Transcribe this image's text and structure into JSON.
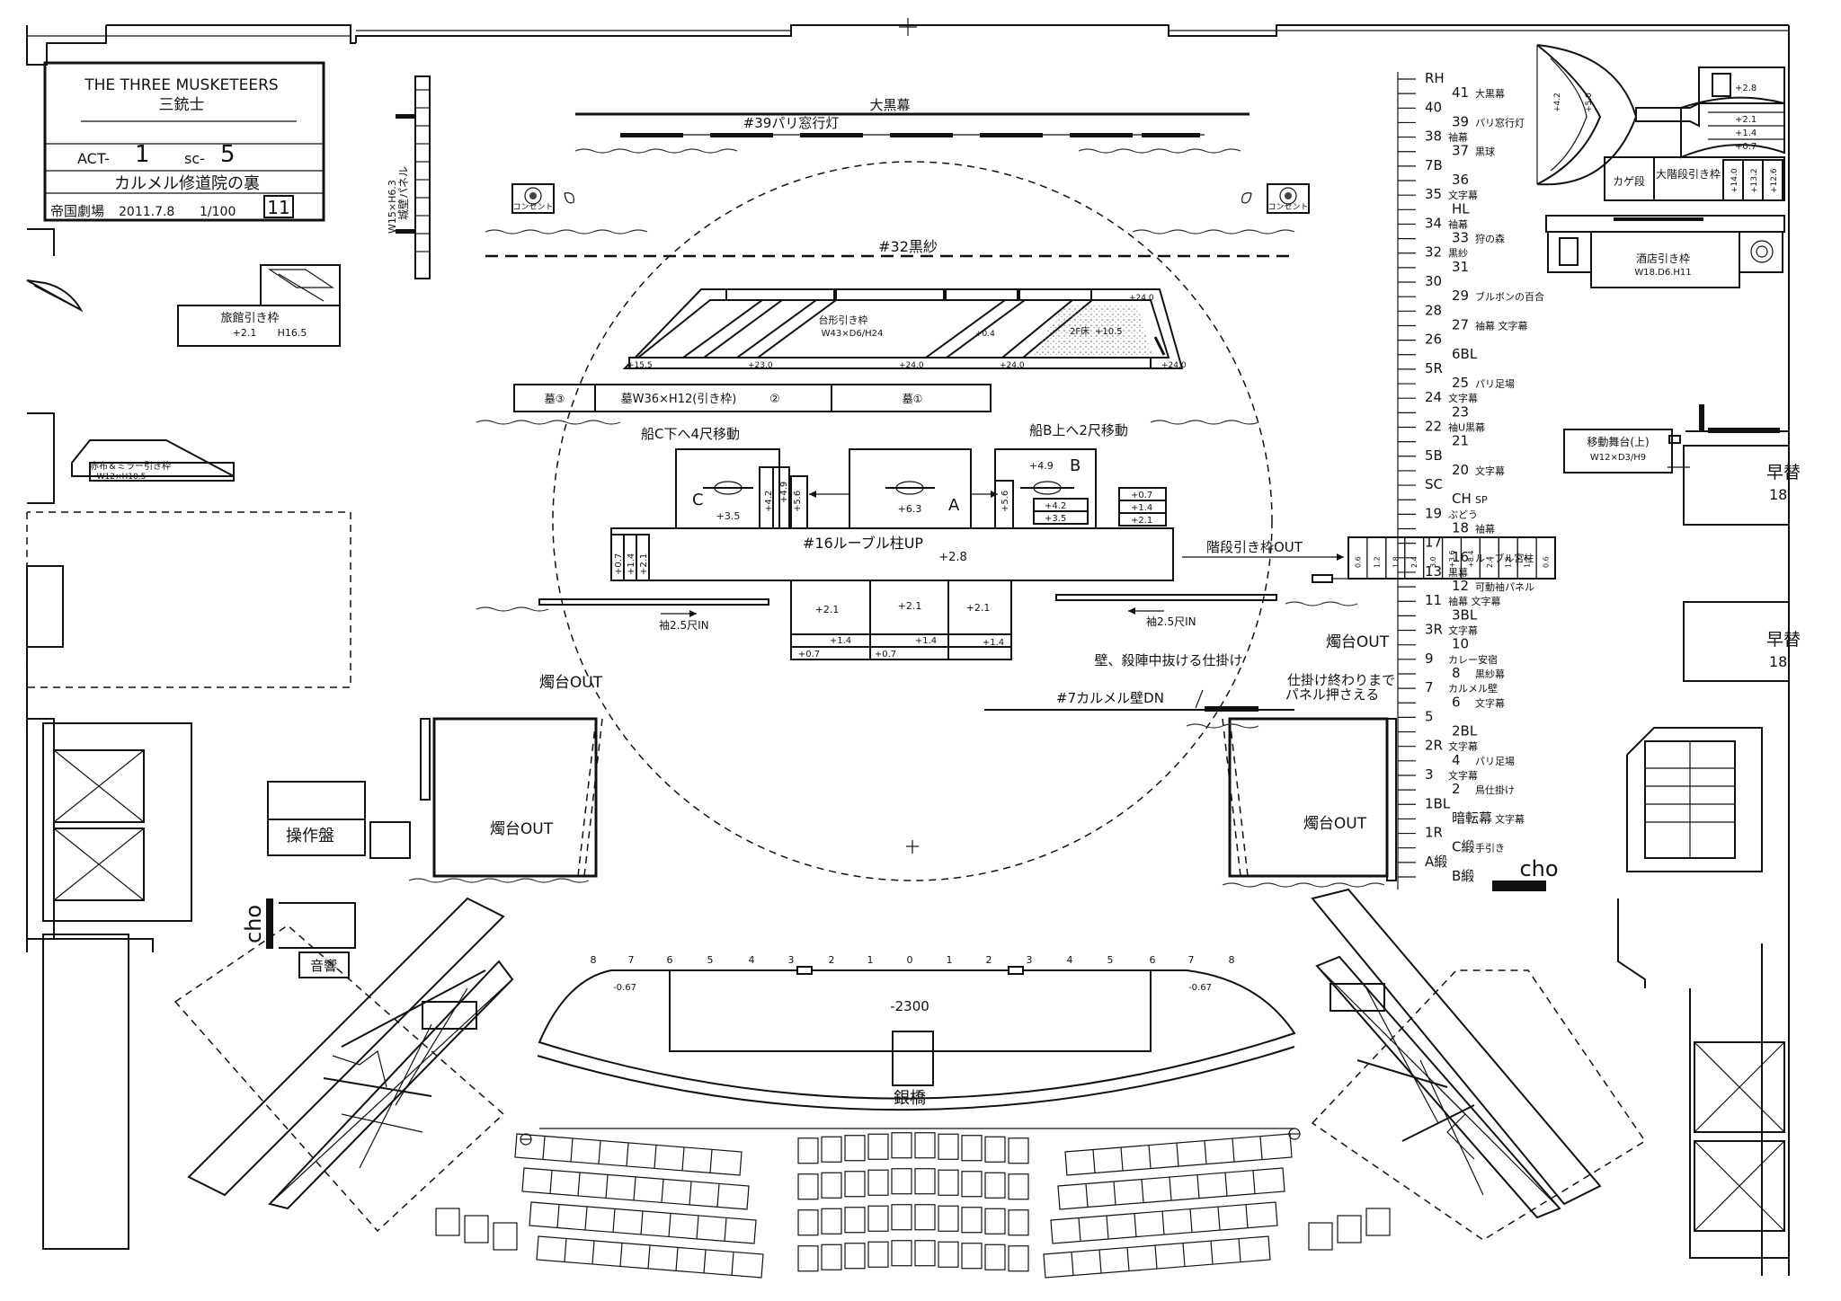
{
  "title_block": {
    "production_en": "THE THREE MUSKETEERS",
    "production_ja": "三銃士",
    "act_label": "ACT-",
    "act_number": "1",
    "scene_label": "sc-",
    "scene_number": "5",
    "scene_title": "カルメル修道院の裏",
    "venue": "帝国劇場",
    "date": "2011.7.8",
    "scale": "1/100",
    "sheet_number": "11"
  },
  "upstage": {
    "black_curtain": "大黒幕",
    "paris_window_light": "#39パリ窓行灯",
    "black_gauze": "#32黒紗",
    "castle_wall_panel": "城壁パネル",
    "castle_wall_panel_size": "W15×H6.3",
    "console_left": "コンセント",
    "console_right": "コンセント"
  },
  "wagons": {
    "trapezoid_wagon": "台形引き枠",
    "trapezoid_wagon_size": "W43×D6/H24",
    "second_floor": "2F床",
    "second_floor_height": "+10.5",
    "heights": [
      "+24.0",
      "+15.5",
      "+23.0",
      "+24.0",
      "+24.0",
      "+0.4",
      "+24.0"
    ],
    "grave_3": "墓③",
    "grave_main": "墓W36×H12(引き枠)",
    "grave_2": "②",
    "grave_1": "墓①",
    "inn_wagon": "旅館引き枠",
    "inn_wagon_height": "+2.1",
    "inn_wagon_size": "H16.5",
    "mirror_wagon": "赤布＆ミラー引き枠",
    "mirror_wagon_size": "W12×H10.5",
    "tavern_wagon": "酒店引き枠",
    "tavern_wagon_size": "W18.D6.H11",
    "moving_stage": "移動舞台(上)",
    "moving_stage_size": "W12×D3/H9",
    "grand_stair_wagon": "大階段引き枠",
    "kage_step": "カゲ段",
    "early_change_1": "早替",
    "early_change_1_num": "18",
    "early_change_2": "早替",
    "early_change_2_num": "18"
  },
  "ships": {
    "ship_c_move": "船C下へ4尺移動",
    "ship_b_move": "船B上へ2尺移動",
    "ship_a": "A",
    "ship_b": "B",
    "ship_c": "C",
    "ship_a_height": "+6.3",
    "ship_b_height": "+4.9",
    "ship_c_height": "+3.5",
    "step_heights_c": [
      "+4.9",
      "+4.2",
      "+5.6"
    ],
    "step_heights_b": [
      "+5.6",
      "+4.2",
      "+3.5"
    ],
    "right_steps": [
      "+0.7",
      "+1.4",
      "+2.1"
    ],
    "left_steps": [
      "+0.7",
      "+1.4",
      "+2.1"
    ],
    "louvre": "#16ルーブル柱UP",
    "louvre_height": "+2.8",
    "platform_heights": [
      "+2.1",
      "+2.1",
      "+2.1"
    ],
    "platform_steps": [
      "+1.4",
      "+1.4",
      "+1.4"
    ],
    "platform_bottom": [
      "+0.7",
      "+0.7"
    ],
    "wing_in_left": "袖2.5尺IN",
    "wing_in_right": "袖2.5尺IN"
  },
  "cues": {
    "stair_out": "階段引き枠OUT",
    "candle_out_ul": "燭台OUT",
    "candle_out_ur": "燭台OUT",
    "candle_out_left": "燭台OUT",
    "candle_out_right": "燭台OUT",
    "wall_trick": "壁、殺陣中抜ける仕掛け",
    "trick_end_1": "仕掛け終わりまで",
    "trick_end_2": "パネル押さえる",
    "carmel_wall": "#7カルメル壁DN"
  },
  "stair_steps": [
    "0.6",
    "1.2",
    "1.8",
    "2.4",
    "3.0",
    "+3.6",
    "+8.4",
    "2.4",
    "1.8",
    "1.2",
    "0.6"
  ],
  "grand_stair_steps": [
    "+14.0",
    "+13.2",
    "+12.6"
  ],
  "fly_heights": [
    "+4.2",
    "+5.0",
    "+2.8",
    "+2.1",
    "+1.4",
    "+0.7"
  ],
  "console": {
    "panel": "操作盤",
    "sound": "音響",
    "cho_left": "cho",
    "cho_right": "cho"
  },
  "house": {
    "bridge": "銀橋",
    "pit_level": "-2300",
    "pit_left": "-0.67",
    "pit_right": "-0.67",
    "seat_numbers": [
      "8",
      "7",
      "6",
      "5",
      "4",
      "3",
      "2",
      "1",
      "0",
      "1",
      "2",
      "3",
      "4",
      "5",
      "6",
      "7",
      "8"
    ]
  },
  "line_set": [
    {
      "num": "RH",
      "label": ""
    },
    {
      "num": "41",
      "label": "大黒幕"
    },
    {
      "num": "40",
      "label": ""
    },
    {
      "num": "39",
      "label": "パリ窓行灯"
    },
    {
      "num": "38",
      "label": "袖幕"
    },
    {
      "num": "37",
      "label": "黒球"
    },
    {
      "num": "7B",
      "label": ""
    },
    {
      "num": "36",
      "label": ""
    },
    {
      "num": "35",
      "label": "文字幕"
    },
    {
      "num": "HL",
      "label": ""
    },
    {
      "num": "34",
      "label": "袖幕"
    },
    {
      "num": "33",
      "label": "狩の森"
    },
    {
      "num": "32",
      "label": "黒紗"
    },
    {
      "num": "31",
      "label": ""
    },
    {
      "num": "30",
      "label": ""
    },
    {
      "num": "29",
      "label": "ブルボンの百合"
    },
    {
      "num": "28",
      "label": ""
    },
    {
      "num": "27",
      "label": "袖幕 文字幕"
    },
    {
      "num": "26",
      "label": ""
    },
    {
      "num": "6BL",
      "label": ""
    },
    {
      "num": "5R",
      "label": ""
    },
    {
      "num": "25",
      "label": "パリ足場"
    },
    {
      "num": "24",
      "label": "文字幕"
    },
    {
      "num": "23",
      "label": ""
    },
    {
      "num": "22",
      "label": "袖U黒幕"
    },
    {
      "num": "21",
      "label": ""
    },
    {
      "num": "5B",
      "label": ""
    },
    {
      "num": "20",
      "label": "文字幕"
    },
    {
      "num": "SC",
      "label": ""
    },
    {
      "num": "CH",
      "label": "SP"
    },
    {
      "num": "19",
      "label": "ぶどう"
    },
    {
      "num": "18",
      "label": "袖幕"
    },
    {
      "num": "17",
      "label": ""
    },
    {
      "num": "16",
      "label": "ルーブル宮柱"
    },
    {
      "num": "13",
      "label": "黒幕"
    },
    {
      "num": "12",
      "label": "可動袖パネル"
    },
    {
      "num": "11",
      "label": "袖幕 文字幕"
    },
    {
      "num": "3BL",
      "label": ""
    },
    {
      "num": "3R",
      "label": "文字幕"
    },
    {
      "num": "10",
      "label": ""
    },
    {
      "num": "9",
      "label": "カレー安宿"
    },
    {
      "num": "8",
      "label": "黒紗幕"
    },
    {
      "num": "7",
      "label": "カルメル壁"
    },
    {
      "num": "6",
      "label": "文字幕"
    },
    {
      "num": "5",
      "label": ""
    },
    {
      "num": "2BL",
      "label": ""
    },
    {
      "num": "2R",
      "label": "文字幕"
    },
    {
      "num": "4",
      "label": "パリ足場"
    },
    {
      "num": "3",
      "label": "文字幕"
    },
    {
      "num": "2",
      "label": "鳥仕掛け"
    },
    {
      "num": "1BL",
      "label": ""
    },
    {
      "num": "暗転幕",
      "label": "文字幕"
    },
    {
      "num": "1R",
      "label": ""
    },
    {
      "num": "C緞",
      "label": "手引き"
    },
    {
      "num": "A緞",
      "label": ""
    },
    {
      "num": "B緞",
      "label": ""
    }
  ]
}
